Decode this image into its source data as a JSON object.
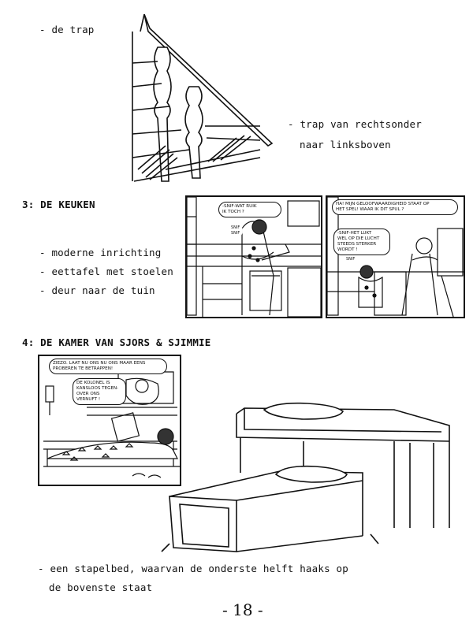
{
  "section_stairs": {
    "item": "- de trap",
    "note_line1": "- trap van rechtsonder",
    "note_line2": "naar linksboven"
  },
  "section_kitchen": {
    "heading": "3: DE KEUKEN",
    "items": [
      "- moderne inrichting",
      "- eettafel met stoelen",
      "- deur naar de tuin"
    ],
    "panel1_bubble": "-SNIF-WAT RUIK\nIK TOCH ?",
    "panel1_sfx": "SNIF\nSNIF",
    "panel2_bubble_top": "HA! MIJN GELOOFWAARDIGHEID STAAT OP\nHET SPEL! WAAR IK DIT SPUL ?",
    "panel2_bubble_left": "-SNIF-HET LUKT\nWEL OP DIE LUCHT\nSTEEDS STERKER\nWORDT !",
    "panel2_sfx": "SNIF"
  },
  "section_room": {
    "heading": "4: DE KAMER VAN SJORS & SJIMMIE",
    "panel_bubble_top": "ZIEZO. LAAT NU ONS NU ONS MAAR EENS\nPROBEREN TE BETRAPPEN!",
    "panel_bubble_mid": "DE KOLONEL IS\nKANSLOOS TEGEN-\nOVER ONS\nVERNUFT !",
    "caption_line1": "- een stapelbed, waarvan de onderste helft haaks op",
    "caption_line2": "de bovenste staat"
  },
  "page_number": "- 18 -"
}
